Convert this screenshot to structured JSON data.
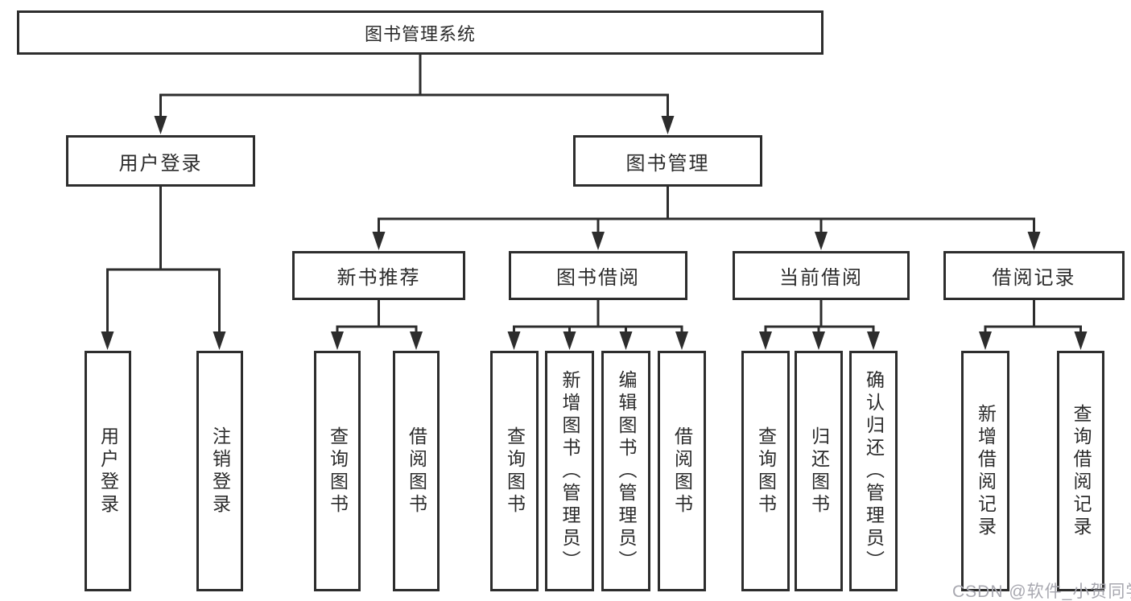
{
  "diagram": {
    "title": "图书管理系统",
    "nodes": {
      "root": "图书管理系统",
      "level2": [
        "用户登录",
        "图书管理"
      ],
      "level3": [
        "新书推荐",
        "图书借阅",
        "当前借阅",
        "借阅记录"
      ],
      "leaves": {
        "userLogin": [
          "用户登录",
          "注销登录"
        ],
        "newBook": [
          "查询图书",
          "借阅图书"
        ],
        "bookBorrow": [
          "查询图书",
          "新增图书（管理员）",
          "编辑图书（管理员）",
          "借阅图书"
        ],
        "currentBorrow": [
          "查询图书",
          "归还图书",
          "确认归还（管理员）"
        ],
        "borrowRecords": [
          "新增借阅记录",
          "查询借阅记录"
        ]
      }
    }
  },
  "watermark": {
    "text": "CSDN @软件_小贺同学"
  },
  "colors": {
    "line": "#2d2d2d",
    "text": "#2b2b2b",
    "background": "#ffffff",
    "watermark": "#a8a8b0"
  }
}
